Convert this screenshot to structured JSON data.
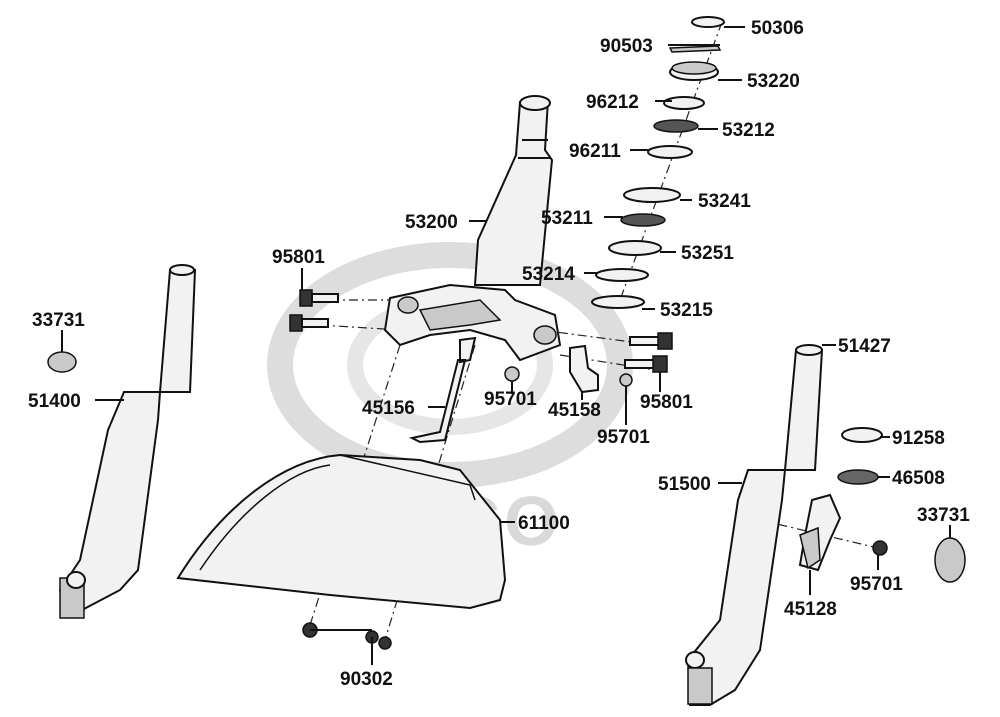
{
  "watermark": {
    "brand": "KYMCO"
  },
  "parts": {
    "p50306": "50306",
    "p90503": "90503",
    "p53220": "53220",
    "p96212": "96212",
    "p53212": "53212",
    "p96211": "96211",
    "p53241": "53241",
    "p53211": "53211",
    "p53200": "53200",
    "p53251": "53251",
    "p95801_top": "95801",
    "p53214": "53214",
    "p53215": "53215",
    "p33731_left": "33731",
    "p51427": "51427",
    "p51400": "51400",
    "p95701_a": "95701",
    "p45158": "45158",
    "p95801_right": "95801",
    "p45156": "45156",
    "p95701_b": "95701",
    "p91258": "91258",
    "p46508": "46508",
    "p51500": "51500",
    "p33731_right": "33731",
    "p61100": "61100",
    "p95701_c": "95701",
    "p45128": "45128",
    "p90302": "90302"
  }
}
